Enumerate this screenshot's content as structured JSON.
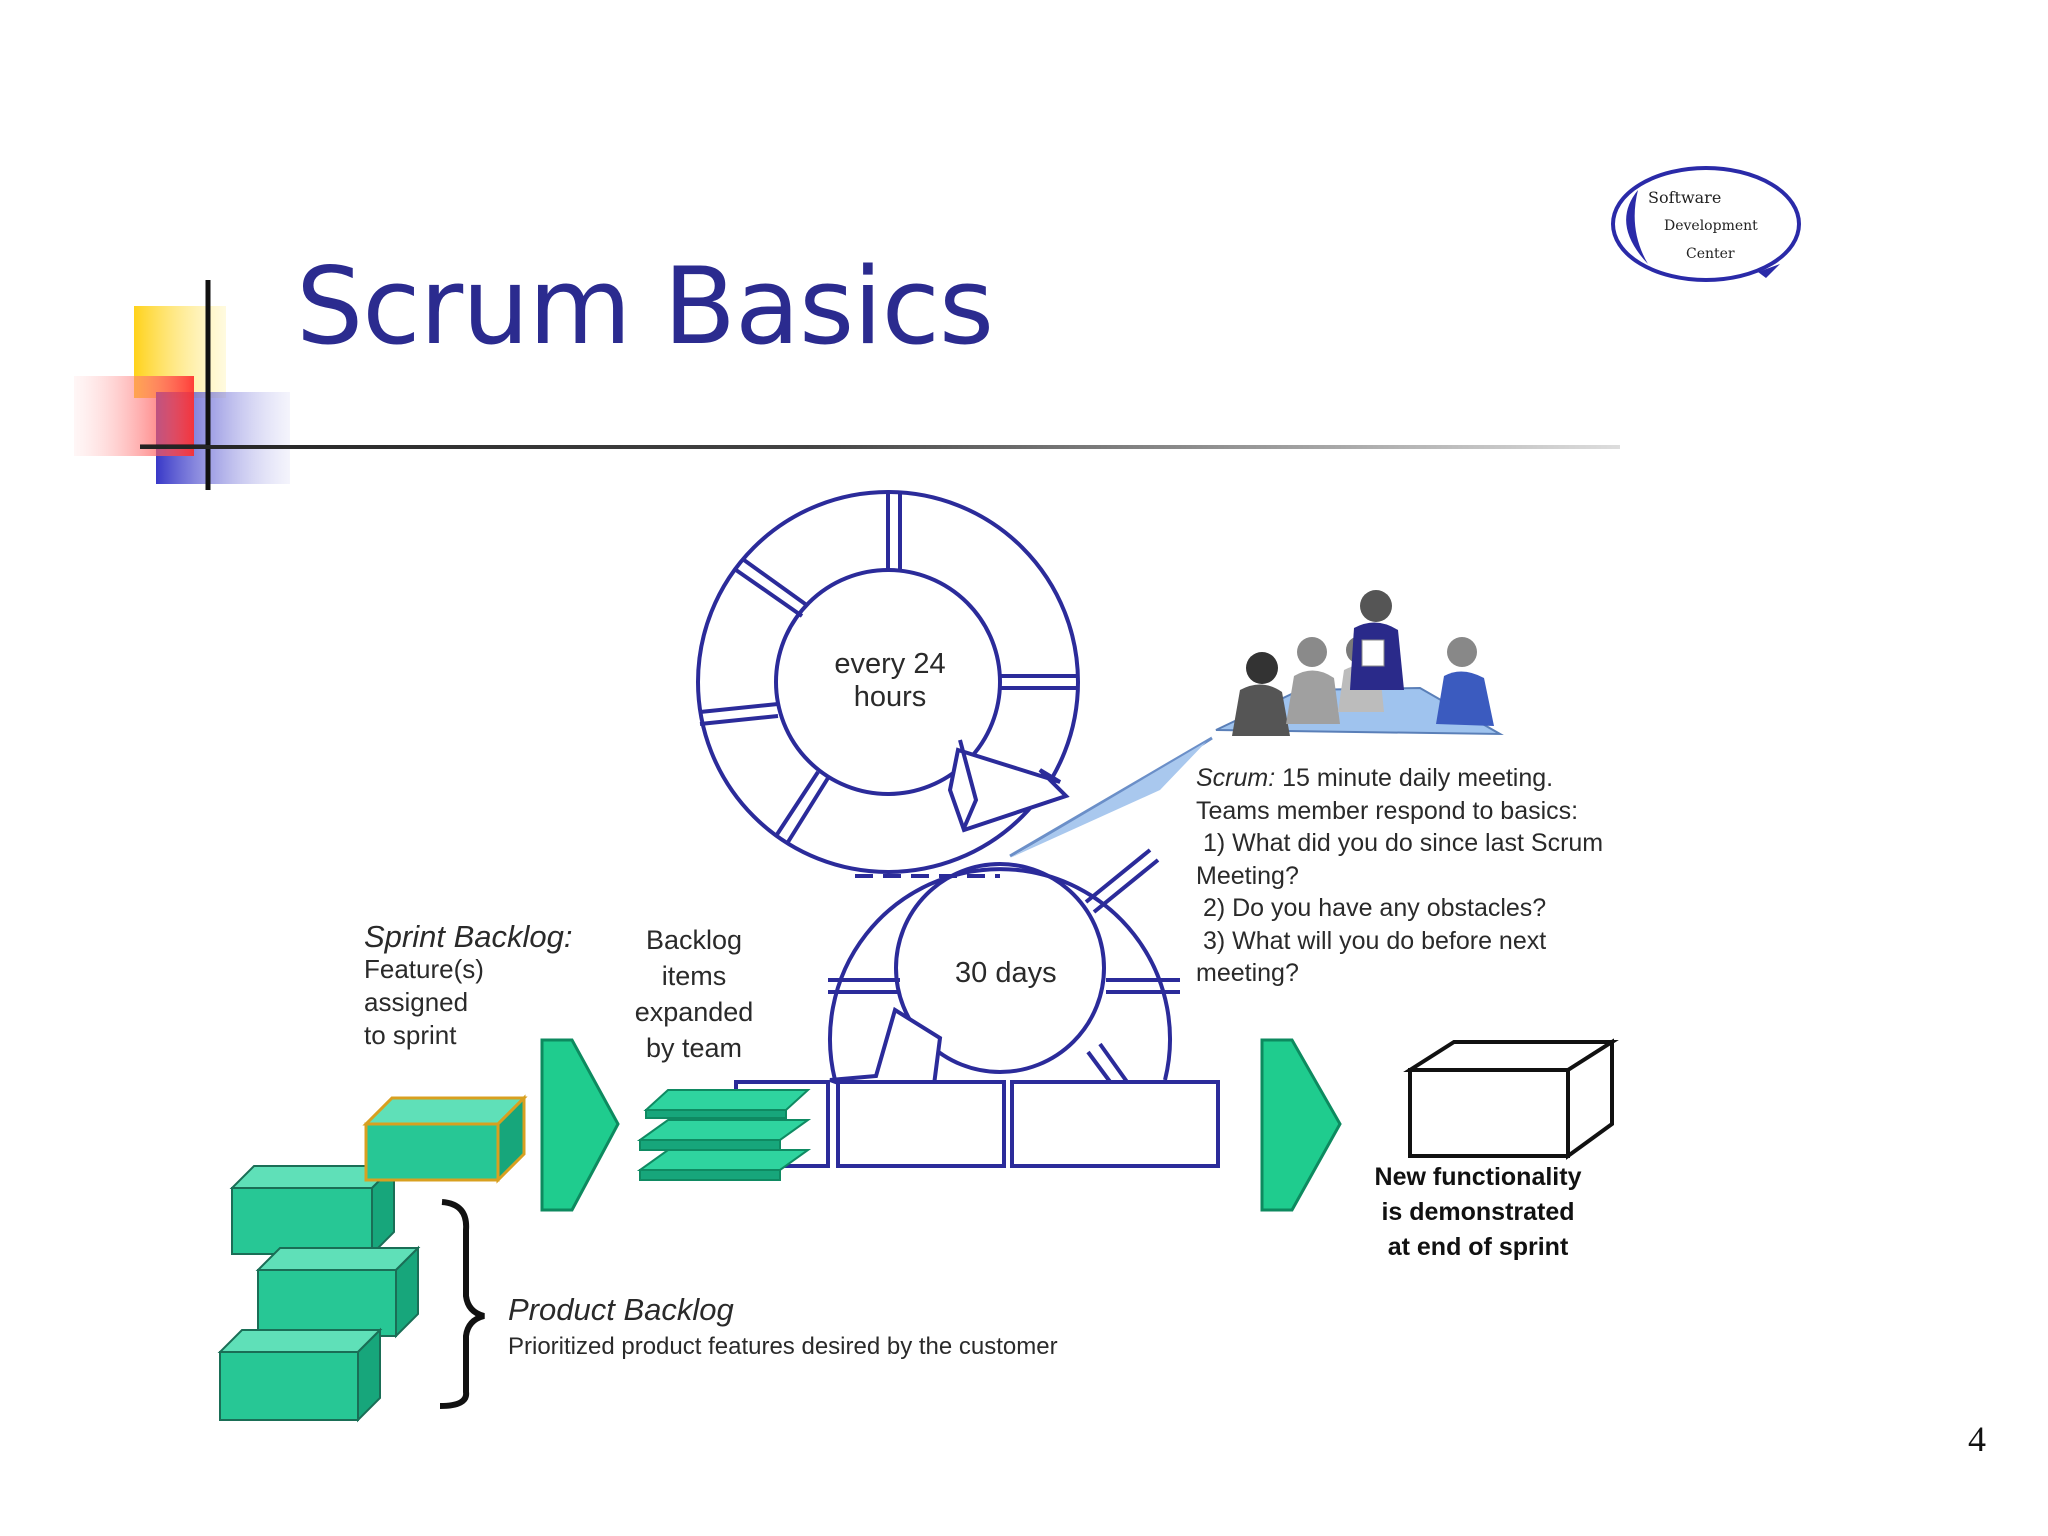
{
  "slide": {
    "title": "Scrum Basics",
    "page_number": "4"
  },
  "logo": {
    "line1": "Software",
    "line2": "Development",
    "line3": "Center"
  },
  "diagram": {
    "daily_cycle_label": [
      "every 24",
      "hours"
    ],
    "sprint_cycle_label": "30 days",
    "sprint_backlog": {
      "title": "Sprint Backlog:",
      "lines": [
        "Feature(s)",
        "assigned",
        "to sprint"
      ]
    },
    "backlog_items": [
      "Backlog",
      "items",
      "expanded",
      "by team"
    ],
    "product_backlog": {
      "title": "Product Backlog",
      "subtitle": "Prioritized product features desired by the customer"
    },
    "scrum_meeting": {
      "title": "Scrum:",
      "line1_rest": " 15 minute daily meeting.",
      "lines": [
        "Teams member respond to basics:",
        " 1) What did you do since last Scrum",
        "Meeting?",
        " 2) Do you have any obstacles?",
        " 3) What will you do before next",
        "meeting?"
      ]
    },
    "new_functionality": [
      "New functionality",
      "is demonstrated",
      "at end of sprint"
    ]
  },
  "colors": {
    "title": "#2b2b8f",
    "cycle_stroke": "#2b2b9a",
    "box_green": "#27c795",
    "box_green_dark": "#16a57a",
    "arrow_green": "#1fcc8e",
    "speech_bubble": "#a9c8ee"
  }
}
